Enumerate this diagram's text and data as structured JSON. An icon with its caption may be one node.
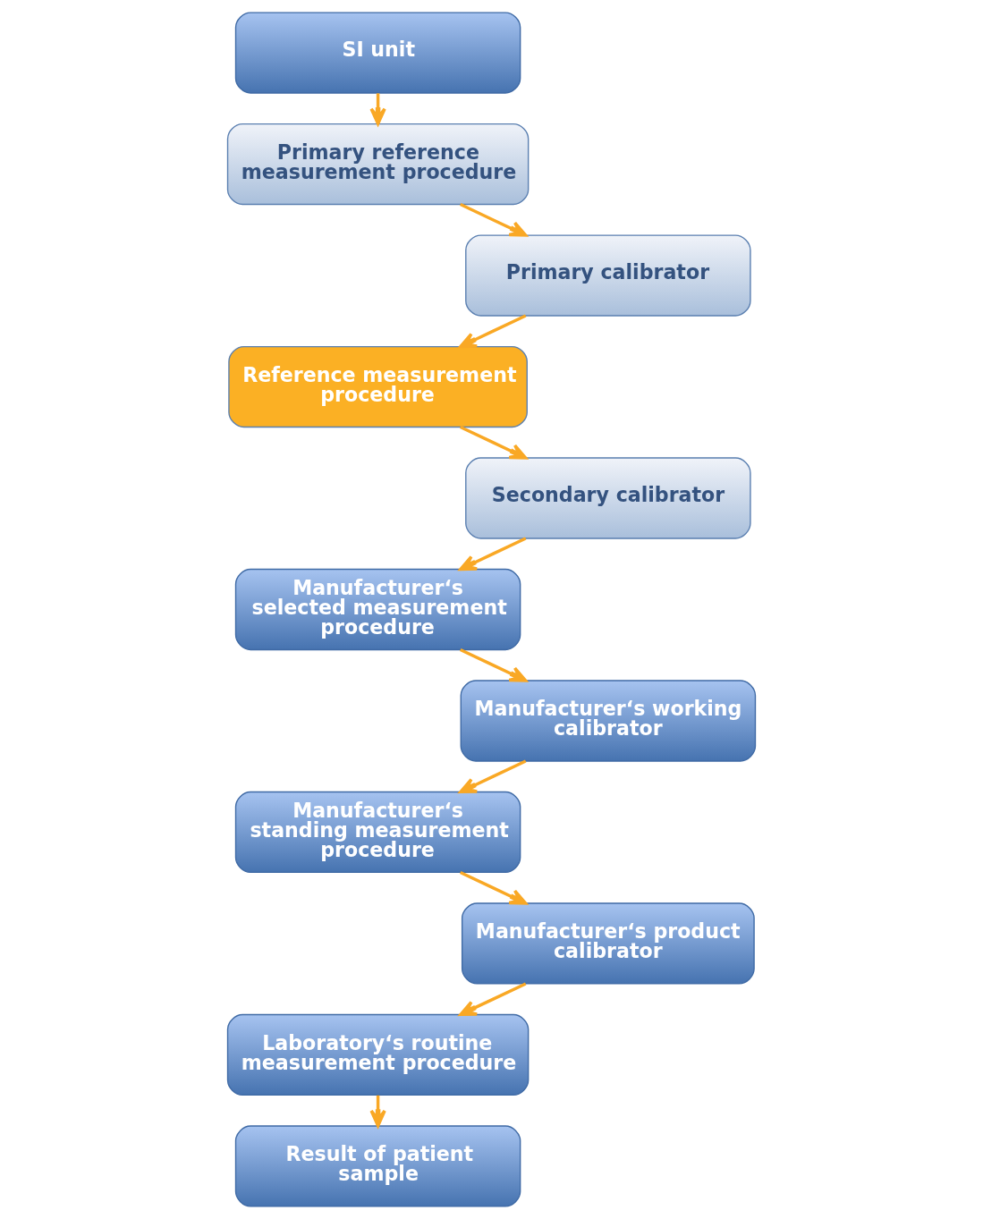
{
  "diagram": {
    "nodes": [
      {
        "text": [
          "SI unit"
        ]
      },
      {
        "text": [
          "Primary reference measurement procedure"
        ]
      },
      {
        "text": [
          "Primary calibrator"
        ]
      },
      {
        "text": [
          "Reference measurement procedure"
        ]
      },
      {
        "text": [
          "Secondary calibrator"
        ]
      },
      {
        "text": [
          "Manufacturer‘s selected measurement procedure"
        ]
      },
      {
        "text": [
          "Manufacturer‘s working calibrator"
        ]
      },
      {
        "text": [
          "Manufacturer‘s standing measurement procedure"
        ]
      },
      {
        "text": [
          "Manufacturer‘s product calibrator"
        ]
      },
      {
        "text": [
          "Laboratory‘s routine measurement procedure"
        ]
      },
      {
        "text": [
          "Result of patient sample"
        ]
      }
    ],
    "edges": [
      {
        "from": 0,
        "to": 1,
        "arrow": "to"
      },
      {
        "from": 1,
        "to": 2,
        "arrow": "to"
      },
      {
        "from": 2,
        "to": 3,
        "arrow": "to"
      },
      {
        "from": 3,
        "to": 4,
        "arrow": "to"
      },
      {
        "from": 4,
        "to": 5,
        "arrow": "to"
      },
      {
        "from": 5,
        "to": 6,
        "arrow": "to"
      },
      {
        "from": 6,
        "to": 7,
        "arrow": "to"
      },
      {
        "from": 7,
        "to": 8,
        "arrow": "to"
      },
      {
        "from": 8,
        "to": 9,
        "arrow": "to"
      },
      {
        "from": 9,
        "to": 10,
        "arrow": "to"
      }
    ]
  }
}
